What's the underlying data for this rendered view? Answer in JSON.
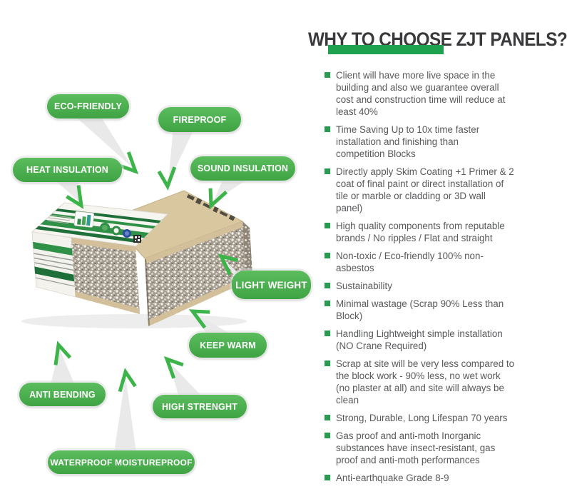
{
  "header": {
    "title": "WHY TO CHOOSE ZJT PANELS?",
    "underline_color": "#1fa24e"
  },
  "features": [
    {
      "label": "ECO-FRIENDLY"
    },
    {
      "label": "FIREPROOF"
    },
    {
      "label": "HEAT INSULATION"
    },
    {
      "label": "SOUND INSULATION"
    },
    {
      "label": "LIGHT WEIGHT"
    },
    {
      "label": "KEEP WARM"
    },
    {
      "label": "ANTI BENDING"
    },
    {
      "label": "HIGH STRENGHT"
    },
    {
      "label": "WATERPROOF MOISTUREPROOF"
    }
  ],
  "benefits": [
    {
      "text": "Client will have more live space in the\nbuilding and also we guarantee overall\ncost and construction time will reduce at\nleast 40%"
    },
    {
      "text": "Time Saving Up to 10x time faster\ninstallation and finishing than\ncompetition Blocks"
    },
    {
      "text": "Directly apply Skim Coating +1 Primer & 2\ncoat of final paint or direct installation of\ntile or marble or cladding or 3D wall\npanel)"
    },
    {
      "text": "High quality components from reputable\nbrands / No ripples / Flat and straight"
    },
    {
      "text": "Non-toxic / Eco-friendly 100% non-\nasbestos"
    },
    {
      "text": "Sustainability"
    },
    {
      "text": "Minimal wastage (Scrap 90% Less than\nBlock)"
    },
    {
      "text": "Handling Lightweight simple installation\n(NO Crane Required)"
    },
    {
      "text": "Scrap at site will be very less compared to\nthe block work - 90% less, no wet work\n(no plaster at all) and site will always be\nclean"
    },
    {
      "text": "Strong, Durable, Long Lifespan 70 years"
    },
    {
      "text": "Gas proof and anti-moth Inorganic\nsubstances have insect-resistant, gas\nproof and anti-moth performances"
    },
    {
      "text": "Anti-earthquake Grade 8-9"
    }
  ],
  "product": {
    "alt": "Two ZJT sandwich wall panel blocks with speckled cement-EPS core, branded white-green label wrap and tan fiber cement facing"
  },
  "colors": {
    "pill_green": "#47b04b",
    "accent_green": "#1fa24e",
    "bullet_green": "#279b4e",
    "check_green": "#3cb44a",
    "text_gray": "#58595b",
    "tail_gray": "#e9e9e9"
  }
}
